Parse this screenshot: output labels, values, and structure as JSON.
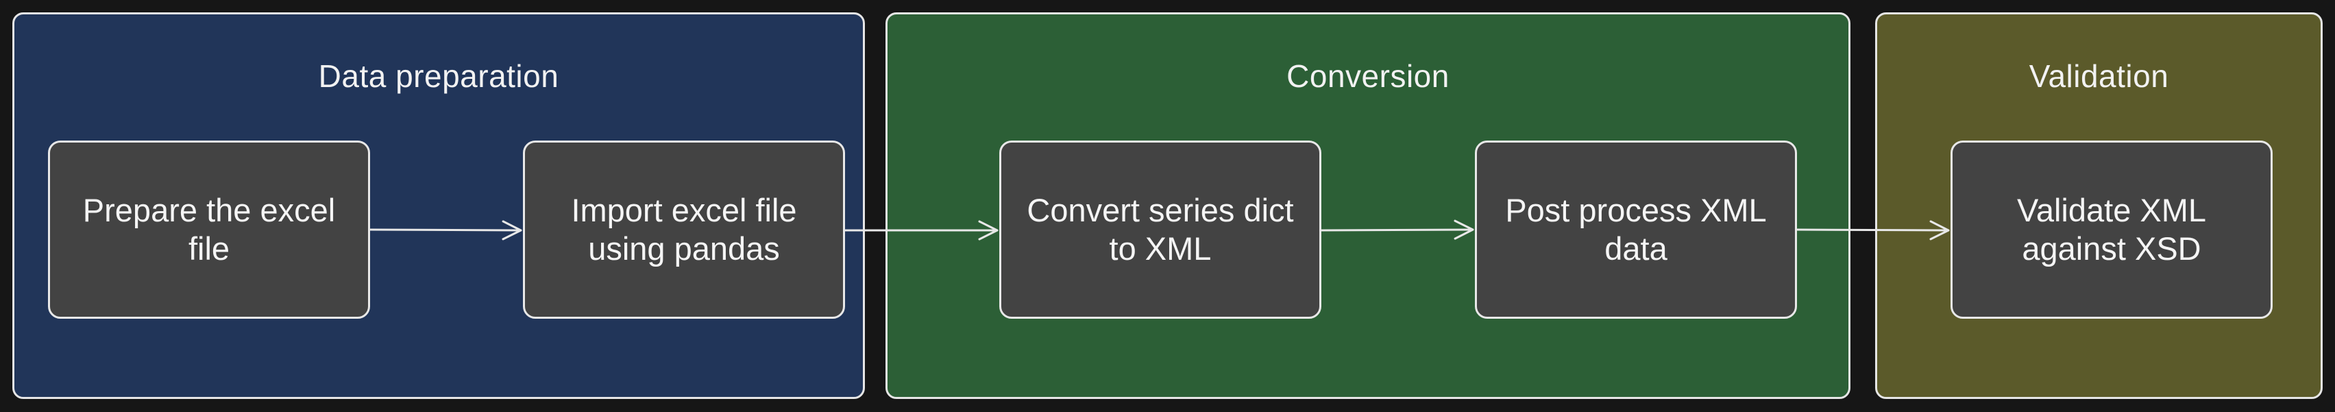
{
  "colors": {
    "background": "#161616",
    "group_data_preparation": "#213559",
    "group_conversion": "#2c5f36",
    "group_validation": "#5b5a2a",
    "node_fill": "#434343",
    "stroke": "#e8e8e8"
  },
  "groups": [
    {
      "title": "Data preparation"
    },
    {
      "title": "Conversion"
    },
    {
      "title": "Validation"
    }
  ],
  "nodes": [
    {
      "label": "Prepare the excel\nfile"
    },
    {
      "label": "Import excel file\nusing pandas"
    },
    {
      "label": "Convert series dict\nto XML"
    },
    {
      "label": "Post process XML\ndata"
    },
    {
      "label": "Validate XML\nagainst XSD"
    }
  ],
  "edges": [
    {
      "from": "Prepare the excel file",
      "to": "Import excel file using pandas"
    },
    {
      "from": "Import excel file using pandas",
      "to": "Convert series dict to XML"
    },
    {
      "from": "Convert series dict to XML",
      "to": "Post process XML data"
    },
    {
      "from": "Post process XML data",
      "to": "Validate XML against XSD"
    }
  ]
}
